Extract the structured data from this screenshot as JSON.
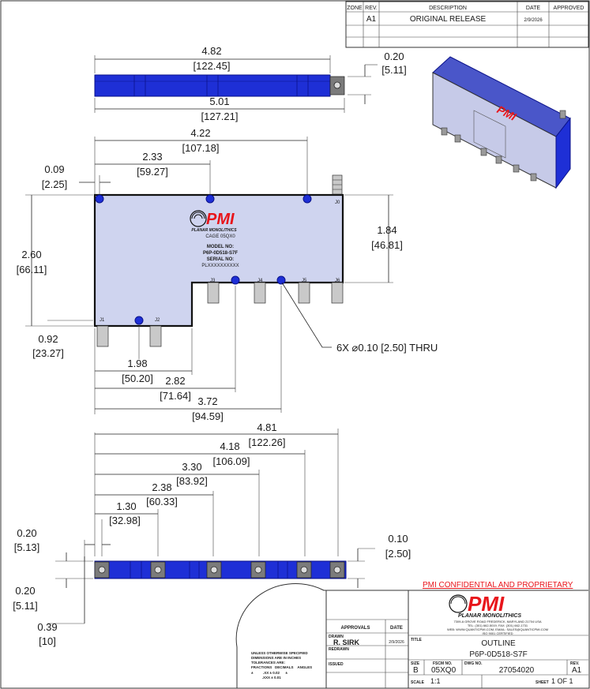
{
  "revision_block": {
    "headers": [
      "ZONE",
      "REV.",
      "DESCRIPTION",
      "DATE",
      "APPROVED"
    ],
    "rows": [
      [
        "",
        "A1",
        "ORIGINAL RELEASE",
        "2/9/2026",
        ""
      ]
    ]
  },
  "side_view_top": {
    "overall_length": "4.82",
    "overall_length_mm": "[122.45]",
    "height": "0.20",
    "height_mm": "[5.11]",
    "total_length": "5.01",
    "total_length_mm": "[127.21]"
  },
  "top_view": {
    "dims": {
      "hole_4_22": "4.22",
      "hole_4_22_mm": "[107.18]",
      "hole_2_33": "2.33",
      "hole_2_33_mm": "[59.27]",
      "hole_0_09": "0.09",
      "hole_0_09_mm": "[2.25]",
      "height_2_60": "2.60",
      "height_2_60_mm": "[66.11]",
      "height_1_84": "1.84",
      "height_1_84_mm": "[46.81]",
      "j1_0_92": "0.92",
      "j1_0_92_mm": "[23.27]",
      "d_1_98": "1.98",
      "d_1_98_mm": "[50.20]",
      "d_2_82": "2.82",
      "d_2_82_mm": "[71.64]",
      "d_3_72": "3.72",
      "d_3_72_mm": "[94.59]"
    },
    "hole_callout": "6X ⌀0.10 [2.50] THRU",
    "ports": [
      "J1",
      "J2",
      "J3",
      "J4",
      "J5",
      "J6",
      "J0"
    ],
    "label": {
      "logo": "PMI",
      "company": "PLANAR MONOLITHICS",
      "cage": "CAGE 05QX0",
      "model_label": "MODEL NO:",
      "model": "P6P-0D518-S7F",
      "serial_label": "SERIAL NO:",
      "serial": "PLXXXXXXXXXX"
    }
  },
  "front_view": {
    "dims": {
      "d_4_81": "4.81",
      "d_4_81_mm": "[122.26]",
      "d_4_18": "4.18",
      "d_4_18_mm": "[106.09]",
      "d_3_30": "3.30",
      "d_3_30_mm": "[83.92]",
      "d_2_38": "2.38",
      "d_2_38_mm": "[60.33]",
      "d_1_30": "1.30",
      "d_1_30_mm": "[32.98]",
      "d_0_20a": "0.20",
      "d_0_20a_mm": "[5.13]",
      "d_0_20b": "0.20",
      "d_0_20b_mm": "[5.11]",
      "d_0_39": "0.39",
      "d_0_39_mm": "[10]",
      "d_0_10": "0.10",
      "d_0_10_mm": "[2.50]"
    }
  },
  "title_block": {
    "confidential": "PMI CONFIDENTIAL AND PROPRIETARY",
    "company": "PLANAR MONOLITHICS",
    "address": "7309-A GROVE ROAD FREDERICK, MARYLAND 21704 USA",
    "phone": "TEL: (301) 662-5019, FAX: (301) 662-1731",
    "web": "WEB: WWW.QUANTICPMI.COM, EMAIL: SALES@QUANTICPMI.COM",
    "iso": "ISO 9001 CERTIFIED",
    "tolerances": [
      "UNLESS OTHERWISE SPECIFIED",
      "DIMENSIONS ARE IN INCHES",
      "TOLERANCES ARE:",
      "FRACTIONS   DECIMALS    ANGLES",
      "±          .XX ± 0.02      ±",
      "           .XXX ± 0.01"
    ],
    "approvals": "APPROVALS",
    "date_hdr": "DATE",
    "drawn_lbl": "DRAWN",
    "drawn_by": "R. SIRK",
    "drawn_date": "2/9/2026",
    "redrawn_lbl": "REDRAWN",
    "issued_lbl": "ISSUED",
    "title_lbl": "TITLE",
    "title": "OUTLINE",
    "part_no": "P6P-0D518-S7F",
    "size_lbl": "SIZE",
    "size": "B",
    "fscm_lbl": "FSCM NO.",
    "fscm": "05XQ0",
    "dwg_lbl": "DWG NO.",
    "dwg": "27054020",
    "rev_lbl": "REV.",
    "rev": "A1",
    "scale_lbl": "SCALE",
    "scale": "1:1",
    "sheet_lbl": "SHEET",
    "sheet": "1 OF 1"
  },
  "colors": {
    "body": "#1e2fd6",
    "top_face": "#cfd4ef",
    "accent": "#e8151b"
  }
}
